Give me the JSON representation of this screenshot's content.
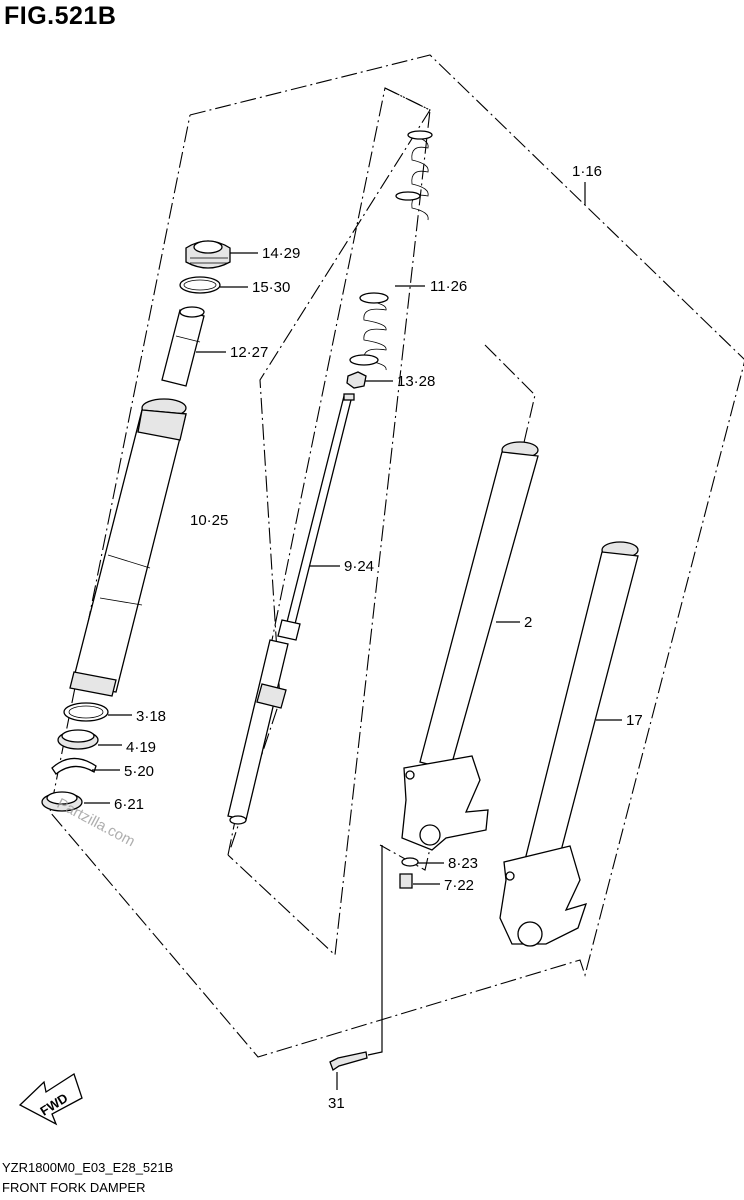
{
  "figure": {
    "title": "FIG.521B",
    "model_code": "YZR1800M0_E03_E28_521B",
    "name": "FRONT FORK DAMPER",
    "watermark": "Partzilla.com"
  },
  "callouts": [
    {
      "id": "c-1-16",
      "text": "1·16"
    },
    {
      "id": "c-14-29",
      "text": "14·29"
    },
    {
      "id": "c-15-30",
      "text": "15·30"
    },
    {
      "id": "c-11-26",
      "text": "11·26"
    },
    {
      "id": "c-12-27",
      "text": "12·27"
    },
    {
      "id": "c-13-28",
      "text": "13·28"
    },
    {
      "id": "c-10-25",
      "text": "10·25"
    },
    {
      "id": "c-9-24",
      "text": "9·24"
    },
    {
      "id": "c-2",
      "text": "2"
    },
    {
      "id": "c-17",
      "text": "17"
    },
    {
      "id": "c-3-18",
      "text": "3·18"
    },
    {
      "id": "c-4-19",
      "text": "4·19"
    },
    {
      "id": "c-5-20",
      "text": "5·20"
    },
    {
      "id": "c-6-21",
      "text": "6·21"
    },
    {
      "id": "c-8-23",
      "text": "8·23"
    },
    {
      "id": "c-7-22",
      "text": "7·22"
    },
    {
      "id": "c-31",
      "text": "31"
    }
  ],
  "fwd_badge": {
    "text": "FWD"
  }
}
